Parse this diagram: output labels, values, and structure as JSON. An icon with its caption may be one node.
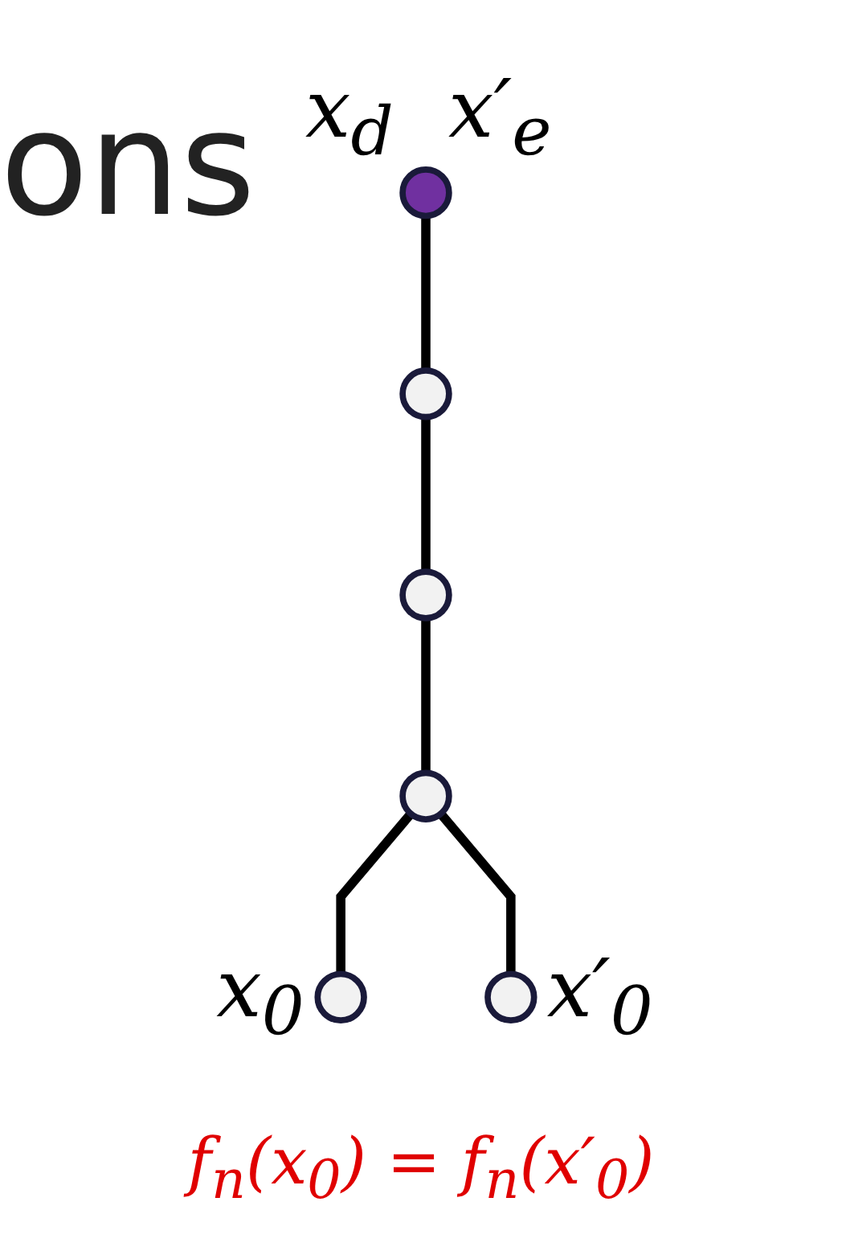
{
  "diagram": {
    "caption": "f$_{n}$(x$_{0}$) = f$_{n}$(x′$_{0}$)",
    "nodes": [
      {
        "text": [],
        "shape": "circle",
        "beside": [
          "x$_{d}$",
          "x′$_{e}$"
        ]
      },
      {
        "text": [],
        "shape": "circle"
      },
      {
        "text": [],
        "shape": "circle"
      },
      {
        "text": [],
        "shape": "circle"
      },
      {
        "text": [],
        "shape": "circle",
        "beside": [
          "x$_{0}$"
        ]
      },
      {
        "text": [],
        "shape": "circle",
        "beside": [
          "x′$_{0}$"
        ]
      }
    ],
    "edges": [
      {
        "from": 0,
        "to": 1,
        "arrow": "none"
      },
      {
        "from": 1,
        "to": 2,
        "arrow": "none"
      },
      {
        "from": 2,
        "to": 3,
        "arrow": "none"
      },
      {
        "from": 3,
        "to": 4,
        "arrow": "none"
      },
      {
        "from": 3,
        "to": 5,
        "arrow": "none"
      }
    ],
    "labels": [
      "ons"
    ]
  }
}
